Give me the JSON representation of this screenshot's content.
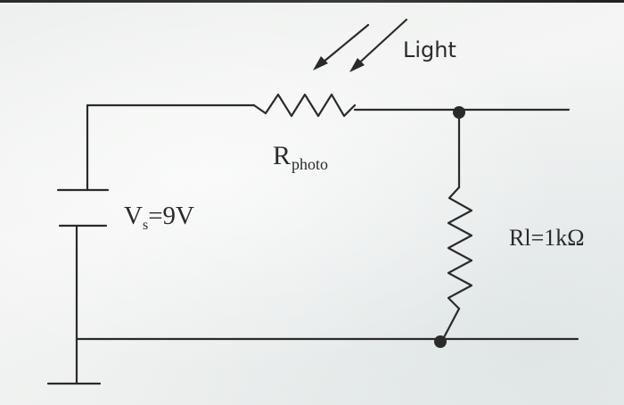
{
  "diagram": {
    "light_label": "Light",
    "rphoto_main": "R",
    "rphoto_sub": "photo",
    "vs_main": "V",
    "vs_sub": "s",
    "vs_value": "=9V",
    "rl_label": "Rl=1kΩ"
  },
  "colors": {
    "ink": "#2a2a2a",
    "background": "#f1f3f2"
  }
}
